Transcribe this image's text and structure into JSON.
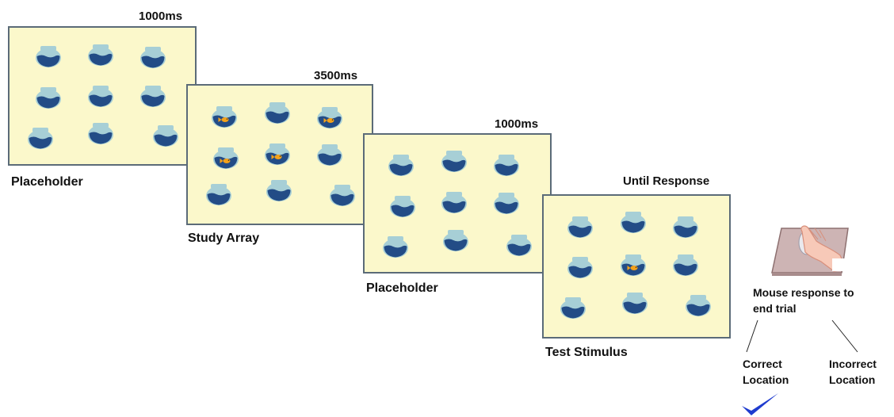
{
  "frames": [
    {
      "duration": "1000ms",
      "caption": "Placeholder",
      "fish": []
    },
    {
      "duration": "3500ms",
      "caption": "Study Array",
      "fish": [
        0,
        2,
        3,
        4
      ]
    },
    {
      "duration": "1000ms",
      "caption": "Placeholder",
      "fish": []
    },
    {
      "duration": "Until Response",
      "caption": "Test Stimulus",
      "fish": [
        4
      ]
    }
  ],
  "response": {
    "label_line1": "Mouse response to",
    "label_line2": "end trial",
    "correct_line1": "Correct",
    "correct_line2": "Location",
    "incorrect_line1": "Incorrect",
    "incorrect_line2": "Location"
  },
  "colors": {
    "frame_bg": "#fbf8cb",
    "frame_border": "#5b6b78",
    "bowl_glass": "#a7cfd6",
    "water": "#234c86",
    "fish": "#f4a21a",
    "check": "#1f3ccf"
  },
  "icons": [
    "fishbowl-icon",
    "goldfish-icon",
    "mouse-hand-icon",
    "checkmark-icon"
  ]
}
